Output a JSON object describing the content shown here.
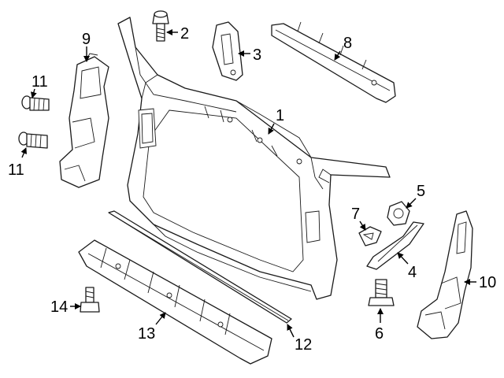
{
  "callouts": [
    {
      "id": "p1",
      "label": "1"
    },
    {
      "id": "p2",
      "label": "2"
    },
    {
      "id": "p3",
      "label": "3"
    },
    {
      "id": "p4",
      "label": "4"
    },
    {
      "id": "p5",
      "label": "5"
    },
    {
      "id": "p6",
      "label": "6"
    },
    {
      "id": "p7",
      "label": "7"
    },
    {
      "id": "p8",
      "label": "8"
    },
    {
      "id": "p9",
      "label": "9"
    },
    {
      "id": "p10",
      "label": "10"
    },
    {
      "id": "p11a",
      "label": "11"
    },
    {
      "id": "p11b",
      "label": "11"
    },
    {
      "id": "p12",
      "label": "12"
    },
    {
      "id": "p13",
      "label": "13"
    },
    {
      "id": "p14",
      "label": "14"
    }
  ],
  "colors": {
    "line": "#1a1a1a",
    "background": "#ffffff"
  }
}
